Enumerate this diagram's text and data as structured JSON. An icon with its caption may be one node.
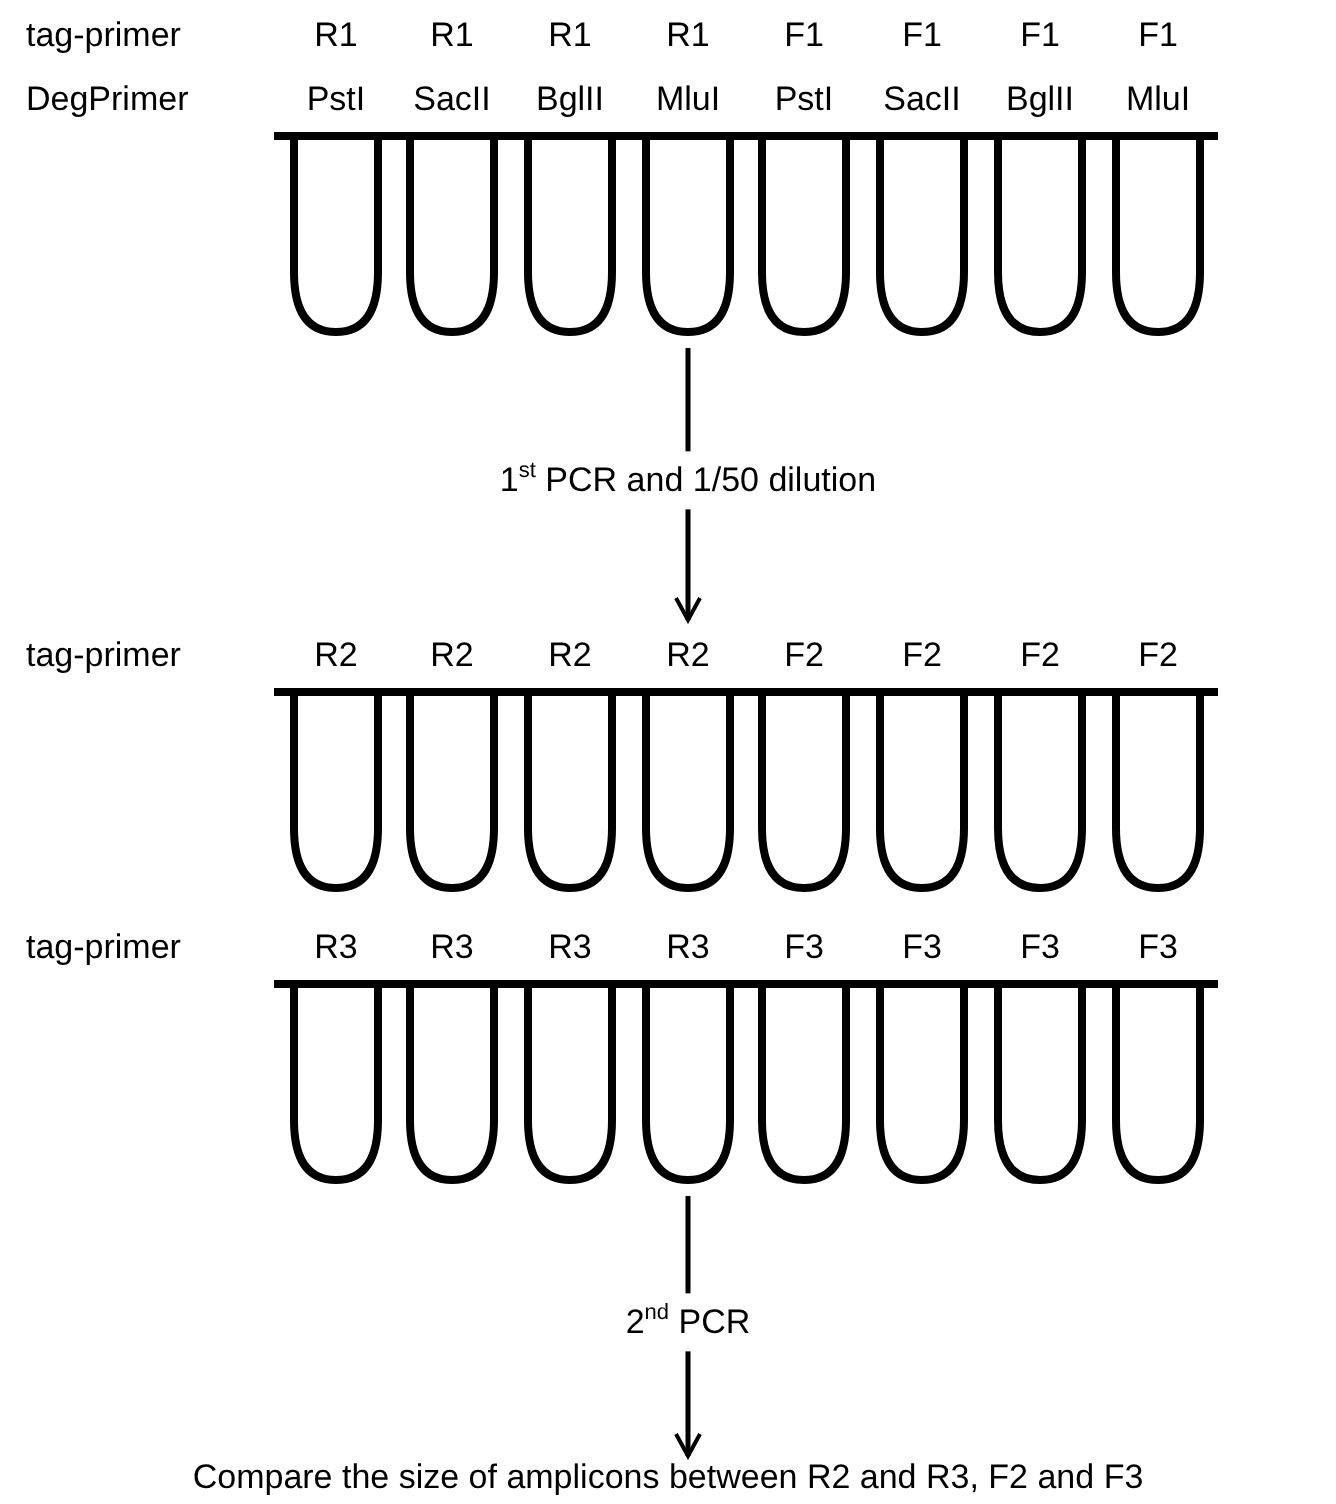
{
  "diagram": {
    "nodes": [
      {
        "text": [
          "R1",
          "PstI"
        ]
      },
      {
        "text": [
          "R1",
          "SacII"
        ]
      },
      {
        "text": [
          "R1",
          "BglII"
        ]
      },
      {
        "text": [
          "R1",
          "MluI"
        ]
      },
      {
        "text": [
          "F1",
          "PstI"
        ]
      },
      {
        "text": [
          "F1",
          "SacII"
        ]
      },
      {
        "text": [
          "F1",
          "BglII"
        ]
      },
      {
        "text": [
          "F1",
          "MluI"
        ]
      },
      {
        "text": [
          "R2"
        ]
      },
      {
        "text": [
          "R2"
        ]
      },
      {
        "text": [
          "R2"
        ]
      },
      {
        "text": [
          "R2"
        ]
      },
      {
        "text": [
          "F2"
        ]
      },
      {
        "text": [
          "F2"
        ]
      },
      {
        "text": [
          "F2"
        ]
      },
      {
        "text": [
          "F2"
        ]
      },
      {
        "text": [
          "R3"
        ]
      },
      {
        "text": [
          "R3"
        ]
      },
      {
        "text": [
          "R3"
        ]
      },
      {
        "text": [
          "R3"
        ]
      },
      {
        "text": [
          "F3"
        ]
      },
      {
        "text": [
          "F3"
        ]
      },
      {
        "text": [
          "F3"
        ]
      },
      {
        "text": [
          "F3"
        ]
      },
      {
        "text": [
          "Compare the size of amplicons between R2 and R3, F2 and F3"
        ]
      }
    ],
    "edges": [
      {
        "from": 3,
        "to": 11,
        "arrow": "to",
        "label": "1$^{st}$ PCR and 1/50 dilution"
      },
      {
        "from": 19,
        "to": 24,
        "arrow": "to",
        "label": "2$^{nd}$ PCR"
      }
    ],
    "labels": [
      "tag-primer",
      "DegPrimer",
      "tag-primer",
      "tag-primer"
    ]
  }
}
